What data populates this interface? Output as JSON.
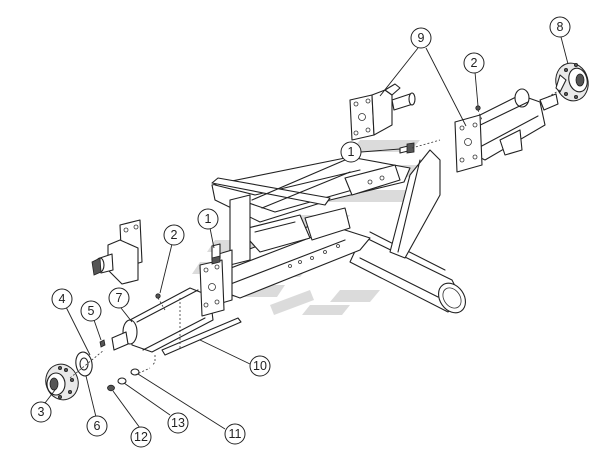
{
  "callouts": [
    {
      "id": "c1a",
      "num": "1"
    },
    {
      "id": "c1b",
      "num": "1"
    },
    {
      "id": "c2a",
      "num": "2"
    },
    {
      "id": "c2b",
      "num": "2"
    },
    {
      "id": "c3",
      "num": "3"
    },
    {
      "id": "c4",
      "num": "4"
    },
    {
      "id": "c5",
      "num": "5"
    },
    {
      "id": "c6",
      "num": "6"
    },
    {
      "id": "c7",
      "num": "7"
    },
    {
      "id": "c8",
      "num": "8"
    },
    {
      "id": "c9",
      "num": "9"
    },
    {
      "id": "c10",
      "num": "10"
    },
    {
      "id": "c11",
      "num": "11"
    },
    {
      "id": "c12",
      "num": "12"
    },
    {
      "id": "c13",
      "num": "13"
    }
  ],
  "icons": {
    "watermark": "brand-logo-watermark"
  }
}
